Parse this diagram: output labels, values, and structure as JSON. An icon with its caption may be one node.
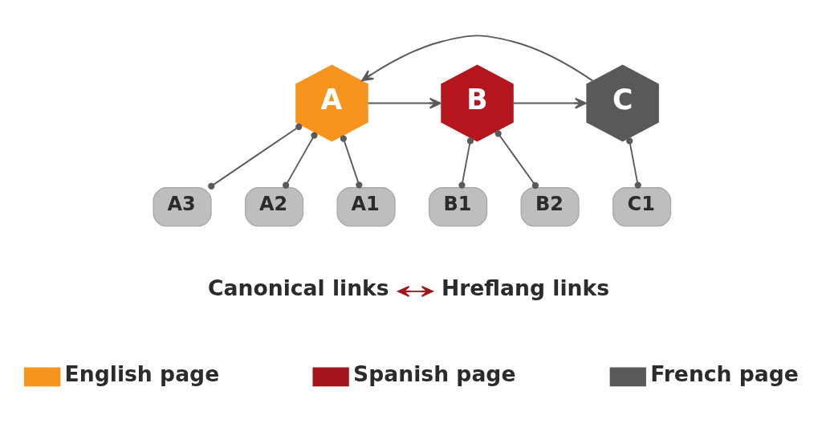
{
  "diagram": {
    "nodes": [
      {
        "text": [
          "A"
        ]
      },
      {
        "text": [
          "B"
        ]
      },
      {
        "text": [
          "C"
        ]
      },
      {
        "text": [
          "A3"
        ]
      },
      {
        "text": [
          "A2"
        ]
      },
      {
        "text": [
          "A1"
        ]
      },
      {
        "text": [
          "B1"
        ]
      },
      {
        "text": [
          "B2"
        ]
      },
      {
        "text": [
          "C1"
        ]
      },
      {
        "text": [
          "Canonical links"
        ]
      },
      {
        "text": [
          "Hreflang links"
        ]
      }
    ],
    "edges": [
      {
        "from": 0,
        "to": 1,
        "arrow": "to"
      },
      {
        "from": 1,
        "to": 2,
        "arrow": "to"
      },
      {
        "from": 2,
        "to": 0,
        "arrow": "to"
      },
      {
        "from": 0,
        "to": 3,
        "arrow": "other"
      },
      {
        "from": 0,
        "to": 4,
        "arrow": "other"
      },
      {
        "from": 0,
        "to": 5,
        "arrow": "other"
      },
      {
        "from": 1,
        "to": 6,
        "arrow": "other"
      },
      {
        "from": 1,
        "to": 7,
        "arrow": "other"
      },
      {
        "from": 2,
        "to": 8,
        "arrow": "other"
      },
      {
        "from": 9,
        "to": 10,
        "arrow": "both",
        "color": "#a3141b"
      }
    ],
    "legend": [
      {
        "text": "English page",
        "color": "#f7941d"
      },
      {
        "text": "Spanish page",
        "color": "#a3141b"
      },
      {
        "text": "French page",
        "color": "#58595b"
      }
    ]
  }
}
